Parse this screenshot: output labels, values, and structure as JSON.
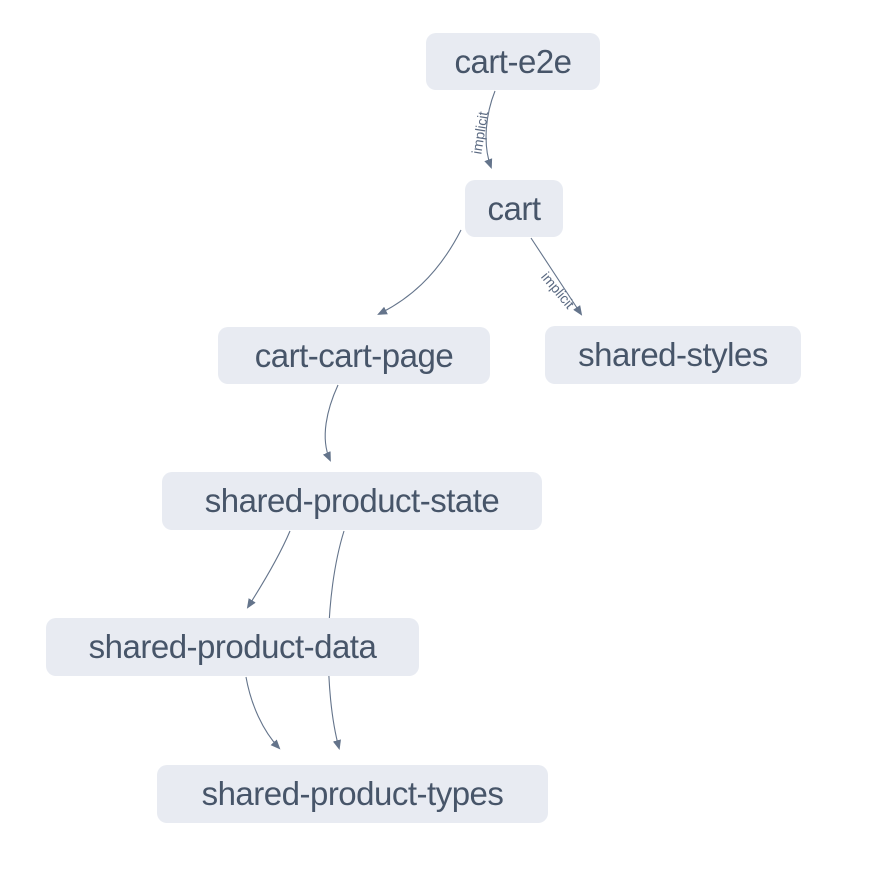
{
  "graph": {
    "nodes": [
      {
        "id": "cart-e2e",
        "label": "cart-e2e"
      },
      {
        "id": "cart",
        "label": "cart"
      },
      {
        "id": "cart-cart-page",
        "label": "cart-cart-page"
      },
      {
        "id": "shared-styles",
        "label": "shared-styles"
      },
      {
        "id": "shared-product-state",
        "label": "shared-product-state"
      },
      {
        "id": "shared-product-data",
        "label": "shared-product-data"
      },
      {
        "id": "shared-product-types",
        "label": "shared-product-types"
      }
    ],
    "edges": [
      {
        "from": "cart-e2e",
        "to": "cart",
        "label": "implicit"
      },
      {
        "from": "cart",
        "to": "cart-cart-page",
        "label": ""
      },
      {
        "from": "cart",
        "to": "shared-styles",
        "label": "implicit"
      },
      {
        "from": "cart-cart-page",
        "to": "shared-product-state",
        "label": ""
      },
      {
        "from": "shared-product-state",
        "to": "shared-product-data",
        "label": ""
      },
      {
        "from": "shared-product-state",
        "to": "shared-product-types",
        "label": ""
      },
      {
        "from": "shared-product-data",
        "to": "shared-product-types",
        "label": ""
      }
    ]
  },
  "colors": {
    "background": "#ffffff",
    "node_fill": "#e8ebf2",
    "node_text": "#475569",
    "edge": "#64748b",
    "edge_label": "#5b6a82"
  }
}
